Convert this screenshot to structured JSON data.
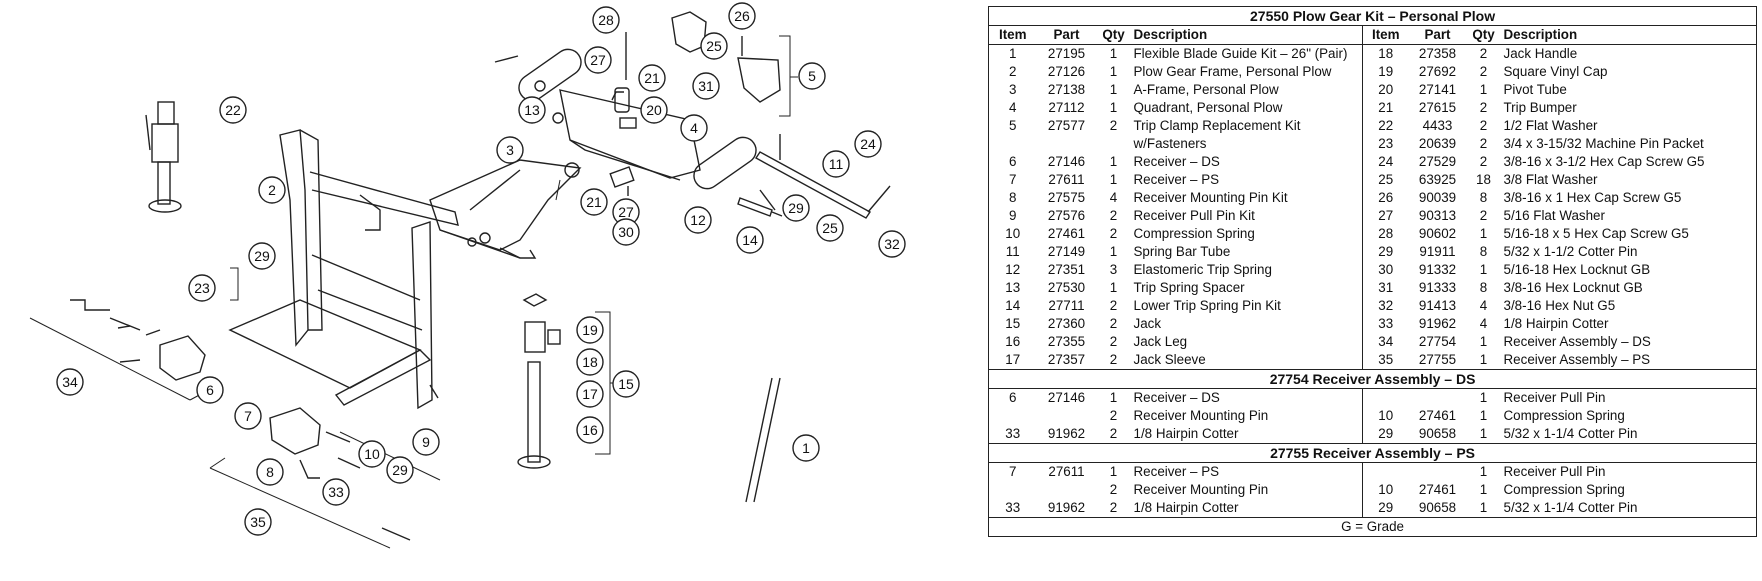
{
  "callouts": [
    {
      "n": "28"
    },
    {
      "n": "26"
    },
    {
      "n": "27"
    },
    {
      "n": "21"
    },
    {
      "n": "25"
    },
    {
      "n": "5"
    },
    {
      "n": "31"
    },
    {
      "n": "13"
    },
    {
      "n": "20"
    },
    {
      "n": "22"
    },
    {
      "n": "4"
    },
    {
      "n": "3"
    },
    {
      "n": "24"
    },
    {
      "n": "11"
    },
    {
      "n": "21"
    },
    {
      "n": "27"
    },
    {
      "n": "12"
    },
    {
      "n": "29"
    },
    {
      "n": "2"
    },
    {
      "n": "30"
    },
    {
      "n": "14"
    },
    {
      "n": "25"
    },
    {
      "n": "32"
    },
    {
      "n": "29"
    },
    {
      "n": "23"
    },
    {
      "n": "34"
    },
    {
      "n": "6"
    },
    {
      "n": "19"
    },
    {
      "n": "18"
    },
    {
      "n": "15"
    },
    {
      "n": "17"
    },
    {
      "n": "16"
    },
    {
      "n": "7"
    },
    {
      "n": "9"
    },
    {
      "n": "10"
    },
    {
      "n": "29"
    },
    {
      "n": "8"
    },
    {
      "n": "33"
    },
    {
      "n": "35"
    },
    {
      "n": "1"
    }
  ],
  "kit": {
    "title": "27550  Plow Gear Kit – Personal Plow",
    "headers": [
      "Item",
      "Part",
      "Qty",
      "Description",
      "Item",
      "Part",
      "Qty",
      "Description"
    ],
    "rows": [
      [
        "1",
        "27195",
        "1",
        "Flexible Blade Guide Kit – 26\" (Pair)",
        "18",
        "27358",
        "2",
        "Jack Handle"
      ],
      [
        "2",
        "27126",
        "1",
        "Plow Gear Frame, Personal Plow",
        "19",
        "27692",
        "2",
        "Square Vinyl Cap"
      ],
      [
        "3",
        "27138",
        "1",
        "A-Frame, Personal Plow",
        "20",
        "27141",
        "1",
        "Pivot Tube"
      ],
      [
        "4",
        "27112",
        "1",
        "Quadrant, Personal Plow",
        "21",
        "27615",
        "2",
        "Trip Bumper"
      ],
      [
        "5",
        "27577",
        "2",
        "Trip Clamp Replacement Kit",
        "22",
        "4433",
        "2",
        "1/2 Flat Washer"
      ],
      [
        "",
        "",
        "",
        "w/Fasteners",
        "23",
        "20639",
        "2",
        "3/4 x 3-15/32 Machine Pin Packet"
      ],
      [
        "6",
        "27146",
        "1",
        "Receiver – DS",
        "24",
        "27529",
        "2",
        "3/8-16 x 3-1/2 Hex Cap Screw G5"
      ],
      [
        "7",
        "27611",
        "1",
        "Receiver – PS",
        "25",
        "63925",
        "18",
        "3/8 Flat Washer"
      ],
      [
        "8",
        "27575",
        "4",
        "Receiver Mounting Pin Kit",
        "26",
        "90039",
        "8",
        "3/8-16 x 1 Hex Cap Screw G5"
      ],
      [
        "9",
        "27576",
        "2",
        "Receiver Pull Pin Kit",
        "27",
        "90313",
        "2",
        "5/16 Flat Washer"
      ],
      [
        "10",
        "27461",
        "2",
        "Compression Spring",
        "28",
        "90602",
        "1",
        "5/16-18 x 5 Hex Cap Screw G5"
      ],
      [
        "11",
        "27149",
        "1",
        "Spring Bar Tube",
        "29",
        "91911",
        "8",
        "5/32  x 1-1/2 Cotter Pin"
      ],
      [
        "12",
        "27351",
        "3",
        "Elastomeric Trip Spring",
        "30",
        "91332",
        "1",
        "5/16-18 Hex Locknut GB"
      ],
      [
        "13",
        "27530",
        "1",
        "Trip Spring Spacer",
        "31",
        "91333",
        "8",
        "3/8-16 Hex Locknut GB"
      ],
      [
        "14",
        "27711",
        "2",
        "Lower Trip Spring Pin Kit",
        "32",
        "91413",
        "4",
        "3/8-16 Hex Nut G5"
      ],
      [
        "15",
        "27360",
        "2",
        "Jack",
        "33",
        "91962",
        "4",
        "1/8 Hairpin Cotter"
      ],
      [
        "16",
        "27355",
        "2",
        "Jack Leg",
        "34",
        "27754",
        "1",
        "Receiver Assembly – DS"
      ],
      [
        "17",
        "27357",
        "2",
        "Jack Sleeve",
        "35",
        "27755",
        "1",
        "Receiver Assembly – PS"
      ]
    ]
  },
  "ds": {
    "title": "27754  Receiver Assembly – DS",
    "rows": [
      [
        "6",
        "27146",
        "1",
        "Receiver – DS",
        "",
        "",
        "1",
        "Receiver Pull Pin"
      ],
      [
        "",
        "",
        "2",
        "Receiver Mounting Pin",
        "10",
        "27461",
        "1",
        "Compression Spring"
      ],
      [
        "33",
        "91962",
        "2",
        "1/8 Hairpin Cotter",
        "29",
        "90658",
        "1",
        "5/32 x 1-1/4 Cotter Pin"
      ]
    ]
  },
  "ps": {
    "title": "27755  Receiver Assembly – PS",
    "rows": [
      [
        "7",
        "27611",
        "1",
        "Receiver – PS",
        "",
        "",
        "1",
        "Receiver Pull Pin"
      ],
      [
        "",
        "",
        "2",
        "Receiver Mounting Pin",
        "10",
        "27461",
        "1",
        "Compression Spring"
      ],
      [
        "33",
        "91962",
        "2",
        "1/8 Hairpin Cotter",
        "29",
        "90658",
        "1",
        "5/32 x 1-1/4 Cotter Pin"
      ]
    ]
  },
  "footer": "G = Grade"
}
